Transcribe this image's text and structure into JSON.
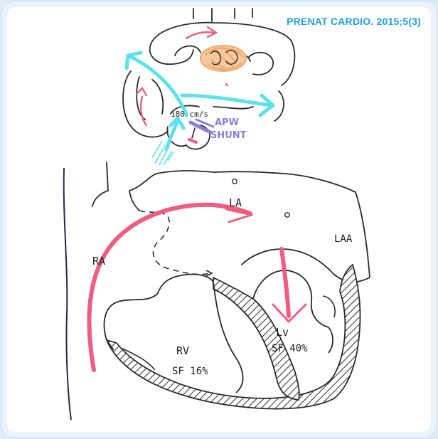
{
  "header": {
    "citation": "PRENAT CARDIO. 2015;5(3)"
  },
  "labels": {
    "flow": "180 cm/s",
    "apw1": "APW",
    "apw2": "SHUNT",
    "la": "LA",
    "laa": "LAA",
    "ra": "RA",
    "rv": "RV",
    "rv_sf": "SF 16%",
    "lv": "Lv",
    "lv_sf": "SF 40%"
  },
  "colors": {
    "pink": "#ee5d82",
    "cyan": "#5ee1e8",
    "purple": "#8b7fd6",
    "orange": "#f0a868",
    "ink": "#2a2a2a",
    "accent": "#1f9ee0"
  }
}
